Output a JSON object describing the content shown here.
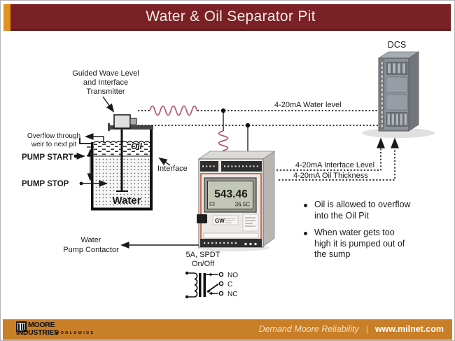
{
  "title": "Water & Oil Separator Pit",
  "colors": {
    "maroon": "#7A2125",
    "accent_orange": "#E2921E",
    "footer_orange": "#C97E28",
    "signal_wave": "#B5566B"
  },
  "labels": {
    "transmitter_line1": "Guided Wave Level",
    "transmitter_line2": "and Interface",
    "transmitter_line3": "Transmitter",
    "overflow_line1": "Overflow through",
    "overflow_line2": "weir to next pit",
    "pump_start": "PUMP START",
    "pump_stop": "PUMP STOP",
    "oil": "Oil",
    "water": "Water",
    "interface": "Interface",
    "dcs": "DCS",
    "signal_water_level": "4-20mA Water level",
    "signal_interface_level": "4-20mA Interface Level",
    "signal_oil_thickness": "4-20mA Oil Thickness",
    "water_pump_line1": "Water",
    "water_pump_line2": "Pump Contactor",
    "relay_rating_line1": "5A, SPDT",
    "relay_rating_line2": "On/Off",
    "relay_no": "NO",
    "relay_c": "C",
    "relay_nc": "NC"
  },
  "device": {
    "display_value": "543.46",
    "display_secondary": "36.5C",
    "brand_mark": "GW"
  },
  "bullets": [
    {
      "lines": [
        "Oil is allowed to overflow",
        "into the Oil Pit",
        ""
      ]
    },
    {
      "lines": [
        "When water gets too",
        "high it is pumped out of",
        "the sump"
      ]
    }
  ],
  "footer": {
    "company_line1": "MOORE",
    "company_line2": "INDUSTRIES",
    "company_line3": "WORLDWIDE",
    "tagline": "Demand Moore Reliability",
    "separator": "|",
    "website": "www.milnet.com"
  }
}
